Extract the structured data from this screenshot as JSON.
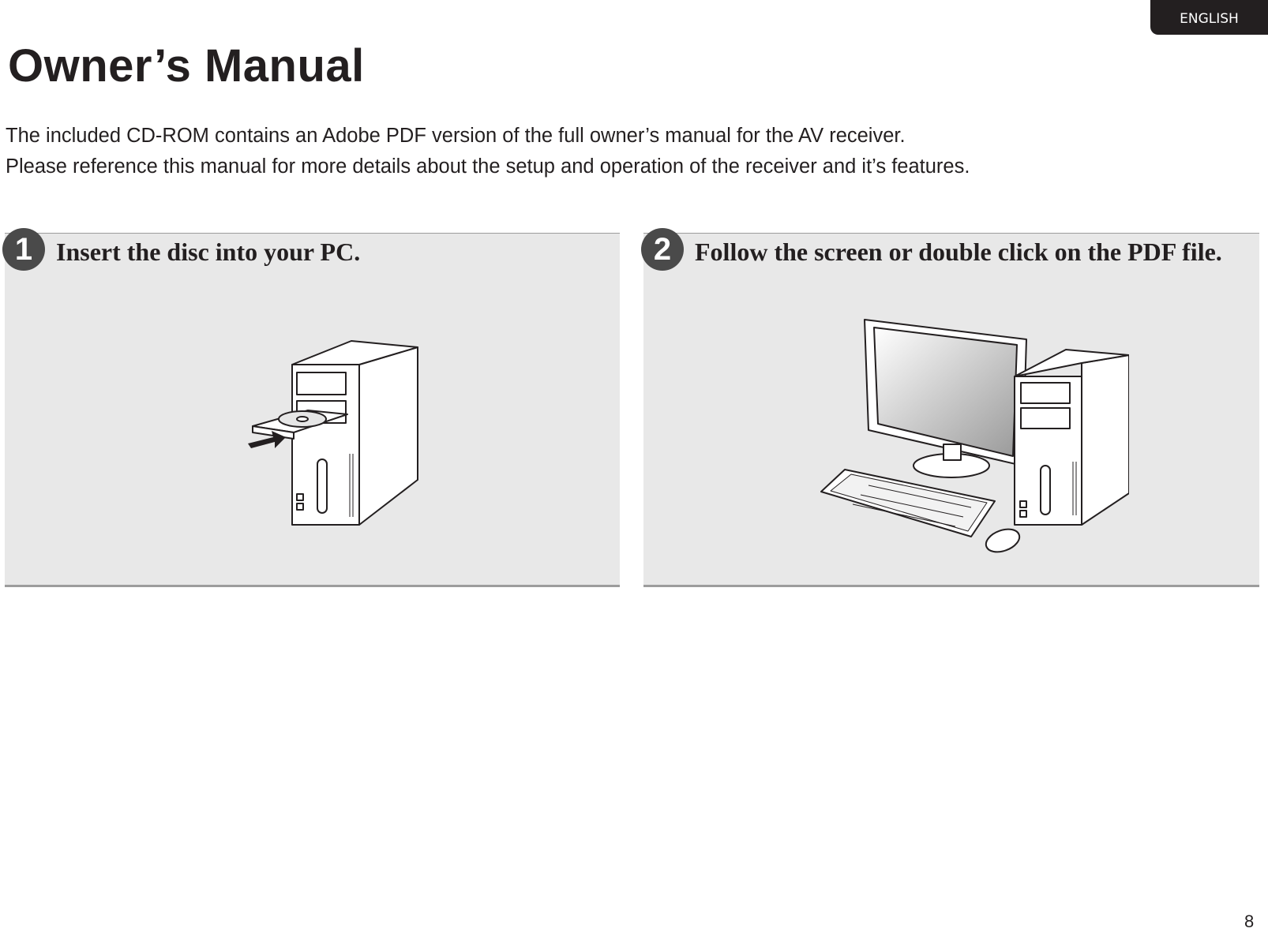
{
  "header": {
    "language_tab": "ENGLISH"
  },
  "title": "Owner’s Manual",
  "intro": {
    "line1": "The included CD-ROM contains an Adobe PDF version of the full owner’s manual for the AV receiver.",
    "line2": "Please reference this manual for more details about the setup and operation of the receiver and it’s features."
  },
  "steps": [
    {
      "number": "1",
      "text": "Insert the disc into your PC.",
      "illustration": "pc-tower-disc-insert-icon"
    },
    {
      "number": "2",
      "text": "Follow the screen or double click on the PDF file.",
      "illustration": "desktop-computer-icon"
    }
  ],
  "footer": {
    "page_number": "8"
  }
}
